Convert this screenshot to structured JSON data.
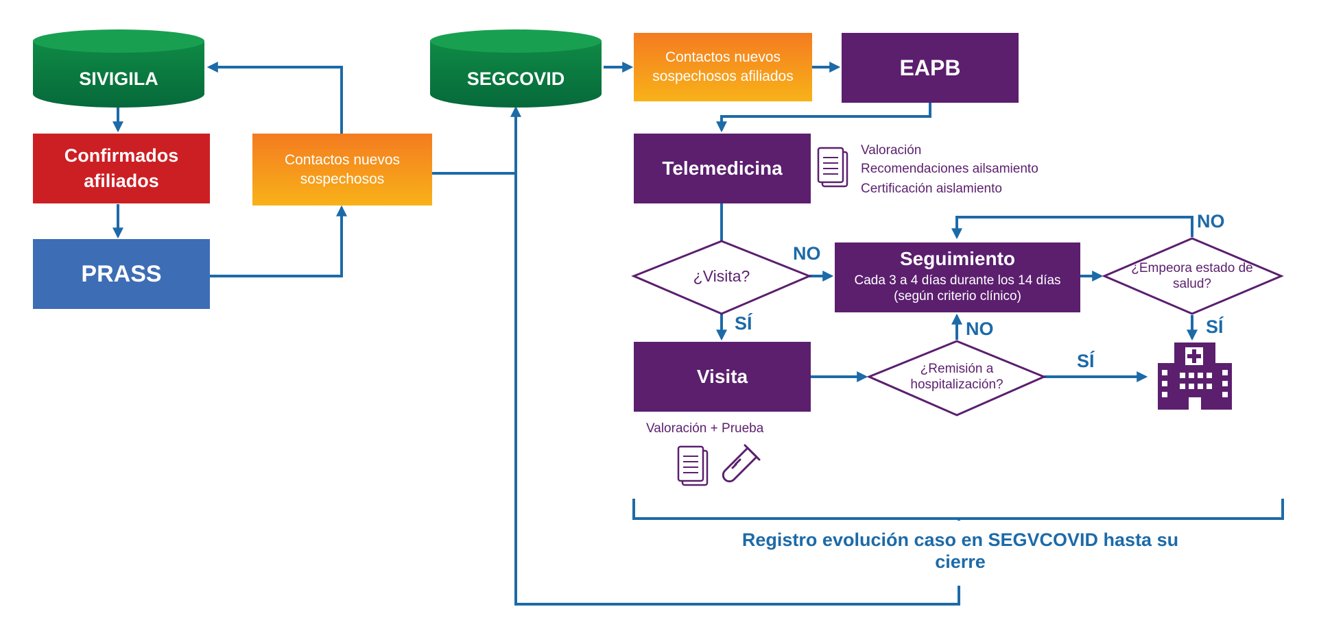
{
  "nodes": {
    "sivigila": "SIVIGILA",
    "confirmados": "Confirmados afiliados",
    "prass": "PRASS",
    "contactos_1": "Contactos nuevos sospechosos",
    "segcovid": "SEGCOVID",
    "contactos_2": "Contactos nuevos sospechosos afiliados",
    "eapb": "EAPB",
    "telemedicina": "Telemedicina",
    "visita_q": "¿Visita?",
    "seguimiento_title": "Seguimiento",
    "seguimiento_sub": "Cada 3 a 4 días durante los 14 días (según criterio clínico)",
    "empeora_q": "¿Empeora estado de salud?",
    "visita": "Visita",
    "remision_q": "¿Remisión a hospitalización?"
  },
  "annotations": {
    "tele_items": [
      "Valoración",
      "Recomendaciones ailsamiento",
      "Certificación aislamiento"
    ],
    "visita_note": "Valoración + Prueba",
    "registro": "Registro evolución caso en SEGVCOVID hasta su cierre"
  },
  "answers": {
    "visita_no": "NO",
    "visita_si": "SÍ",
    "empeora_no": "NO",
    "empeora_si": "SÍ",
    "remision_no": "NO",
    "remision_si": "SÍ"
  },
  "icons": [
    "document-icon",
    "document-icon",
    "test-tube-icon",
    "hospital-icon"
  ],
  "colors": {
    "green": "#0a7a3c",
    "red": "#cc1f24",
    "blue": "#3d6db5",
    "purple": "#5b1f6e",
    "orange_top": "#f47b20",
    "orange_bottom": "#f8b219",
    "arrow": "#1c6aa8"
  }
}
